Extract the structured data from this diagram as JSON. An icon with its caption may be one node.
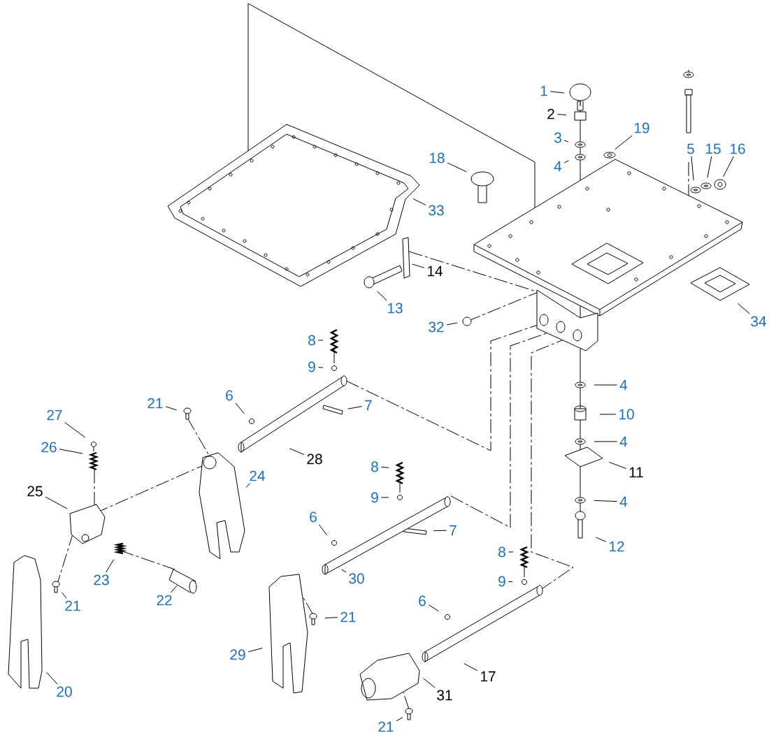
{
  "diagram": {
    "nodes": [
      {
        "text": [
          "1"
        ]
      },
      {
        "text": [
          "2"
        ]
      },
      {
        "text": [
          "3"
        ]
      },
      {
        "text": [
          "4"
        ]
      },
      {
        "text": [
          "19"
        ]
      },
      {
        "text": [
          "5"
        ]
      },
      {
        "text": [
          "15"
        ]
      },
      {
        "text": [
          "16"
        ]
      },
      {
        "text": [
          "18"
        ]
      },
      {
        "text": [
          "33"
        ]
      },
      {
        "text": [
          "14"
        ]
      },
      {
        "text": [
          "13"
        ]
      },
      {
        "text": [
          "32"
        ]
      },
      {
        "text": [
          "34"
        ]
      },
      {
        "text": [
          "8"
        ]
      },
      {
        "text": [
          "9"
        ]
      },
      {
        "text": [
          "21"
        ]
      },
      {
        "text": [
          "6"
        ]
      },
      {
        "text": [
          "7"
        ]
      },
      {
        "text": [
          "27"
        ]
      },
      {
        "text": [
          "26"
        ]
      },
      {
        "text": [
          "28"
        ]
      },
      {
        "text": [
          "24"
        ]
      },
      {
        "text": [
          "25"
        ]
      },
      {
        "text": [
          "4"
        ]
      },
      {
        "text": [
          "10"
        ]
      },
      {
        "text": [
          "4"
        ]
      },
      {
        "text": [
          "11"
        ]
      },
      {
        "text": [
          "4"
        ]
      },
      {
        "text": [
          "12"
        ]
      },
      {
        "text": [
          "8"
        ]
      },
      {
        "text": [
          "9"
        ]
      },
      {
        "text": [
          "6"
        ]
      },
      {
        "text": [
          "7"
        ]
      },
      {
        "text": [
          "23"
        ]
      },
      {
        "text": [
          "21"
        ]
      },
      {
        "text": [
          "22"
        ]
      },
      {
        "text": [
          "30"
        ]
      },
      {
        "text": [
          "8"
        ]
      },
      {
        "text": [
          "9"
        ]
      },
      {
        "text": [
          "6"
        ]
      },
      {
        "text": [
          "21"
        ]
      },
      {
        "text": [
          "29"
        ]
      },
      {
        "text": [
          "17"
        ]
      },
      {
        "text": [
          "20"
        ]
      },
      {
        "text": [
          "31"
        ]
      },
      {
        "text": [
          "21"
        ]
      }
    ],
    "edges": [
      {
        "from": 0,
        "to": null,
        "arrow": "none"
      },
      {
        "from": 1,
        "to": null,
        "arrow": "none"
      },
      {
        "from": 2,
        "to": null,
        "arrow": "none"
      },
      {
        "from": 3,
        "to": null,
        "arrow": "none"
      },
      {
        "from": 4,
        "to": null,
        "arrow": "none"
      },
      {
        "from": 5,
        "to": null,
        "arrow": "none"
      },
      {
        "from": 6,
        "to": null,
        "arrow": "none"
      },
      {
        "from": 7,
        "to": null,
        "arrow": "none"
      },
      {
        "from": 8,
        "to": null,
        "arrow": "none"
      },
      {
        "from": 9,
        "to": null,
        "arrow": "none"
      },
      {
        "from": 10,
        "to": null,
        "arrow": "none"
      },
      {
        "from": 11,
        "to": null,
        "arrow": "none"
      },
      {
        "from": 12,
        "to": null,
        "arrow": "none"
      },
      {
        "from": 13,
        "to": null,
        "arrow": "none"
      },
      {
        "from": 14,
        "to": null,
        "arrow": "none"
      },
      {
        "from": 15,
        "to": null,
        "arrow": "none"
      },
      {
        "from": 16,
        "to": null,
        "arrow": "none"
      },
      {
        "from": 17,
        "to": null,
        "arrow": "none"
      },
      {
        "from": 18,
        "to": null,
        "arrow": "none"
      },
      {
        "from": 19,
        "to": null,
        "arrow": "none"
      },
      {
        "from": 20,
        "to": null,
        "arrow": "none"
      },
      {
        "from": 21,
        "to": null,
        "arrow": "none"
      },
      {
        "from": 22,
        "to": null,
        "arrow": "none"
      },
      {
        "from": 23,
        "to": null,
        "arrow": "none"
      },
      {
        "from": 24,
        "to": null,
        "arrow": "none"
      },
      {
        "from": 25,
        "to": null,
        "arrow": "none"
      },
      {
        "from": 26,
        "to": null,
        "arrow": "none"
      },
      {
        "from": 27,
        "to": null,
        "arrow": "none"
      },
      {
        "from": 28,
        "to": null,
        "arrow": "none"
      },
      {
        "from": 29,
        "to": null,
        "arrow": "none"
      },
      {
        "from": 30,
        "to": null,
        "arrow": "none"
      },
      {
        "from": 31,
        "to": null,
        "arrow": "none"
      },
      {
        "from": 32,
        "to": null,
        "arrow": "none"
      },
      {
        "from": 33,
        "to": null,
        "arrow": "none"
      },
      {
        "from": 34,
        "to": null,
        "arrow": "none"
      },
      {
        "from": 35,
        "to": null,
        "arrow": "none"
      },
      {
        "from": 36,
        "to": null,
        "arrow": "none"
      },
      {
        "from": 37,
        "to": null,
        "arrow": "none"
      },
      {
        "from": 38,
        "to": null,
        "arrow": "none"
      },
      {
        "from": 39,
        "to": null,
        "arrow": "none"
      },
      {
        "from": 40,
        "to": null,
        "arrow": "none"
      },
      {
        "from": 41,
        "to": null,
        "arrow": "none"
      },
      {
        "from": 42,
        "to": null,
        "arrow": "none"
      },
      {
        "from": 43,
        "to": null,
        "arrow": "none"
      },
      {
        "from": 44,
        "to": null,
        "arrow": "none"
      },
      {
        "from": 45,
        "to": null,
        "arrow": "none"
      },
      {
        "from": 46,
        "to": null,
        "arrow": "none"
      }
    ]
  }
}
